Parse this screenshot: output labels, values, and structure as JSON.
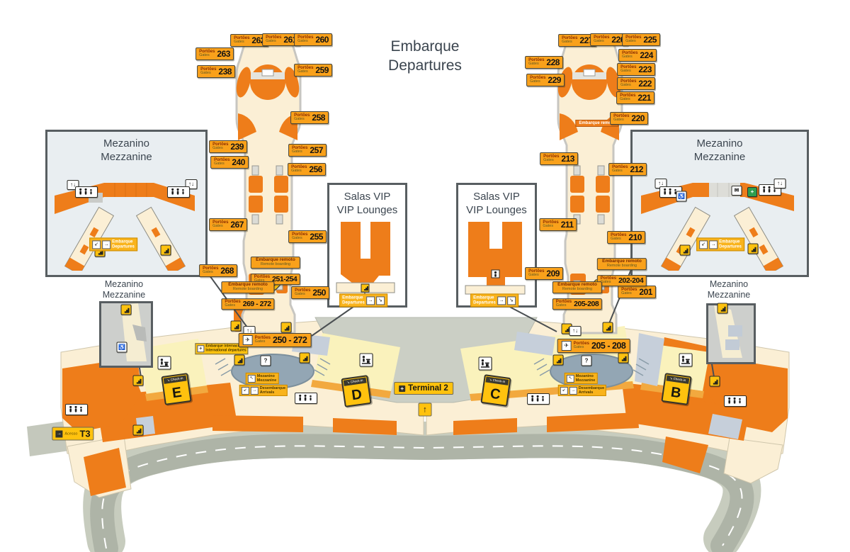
{
  "title": {
    "line1": "Embarque",
    "line2": "Departures"
  },
  "labels": {
    "portoes": "Portões",
    "gates": "Gates",
    "remote_pt": "Embarque remoto",
    "remote_en": "Remote boarding",
    "departures_pt": "Embarque",
    "departures_en": "Departures",
    "mezzanine_pt": "Mezanino",
    "mezzanine_en": "Mezzanine",
    "arrivals_pt": "Desembarque",
    "arrivals_en": "Arrivals",
    "vip_pt": "Salas VIP",
    "vip_en": "VIP Lounges",
    "intl_pt": "Embarque internacional",
    "intl_en": "International departures",
    "terminal": "Terminal 2",
    "acesso": "Acesso",
    "t3": "T3",
    "checkin": "Check-in"
  },
  "gates": [
    {
      "number": "262"
    },
    {
      "number": "261"
    },
    {
      "number": "260"
    },
    {
      "number": "263"
    },
    {
      "number": "238"
    },
    {
      "number": "259"
    },
    {
      "number": "258"
    },
    {
      "number": "239"
    },
    {
      "number": "240"
    },
    {
      "number": "257"
    },
    {
      "number": "256"
    },
    {
      "number": "267"
    },
    {
      "number": "255"
    },
    {
      "number": "268"
    },
    {
      "number": "250"
    },
    {
      "number": "227"
    },
    {
      "number": "226"
    },
    {
      "number": "225"
    },
    {
      "number": "228"
    },
    {
      "number": "224"
    },
    {
      "number": "223"
    },
    {
      "number": "229"
    },
    {
      "number": "222"
    },
    {
      "number": "221"
    },
    {
      "number": "220"
    },
    {
      "number": "213"
    },
    {
      "number": "212"
    },
    {
      "number": "211"
    },
    {
      "number": "210"
    },
    {
      "number": "209"
    },
    {
      "number": "201"
    }
  ],
  "remote_groups": [
    {
      "gates": "251-254"
    },
    {
      "gates": "269 - 272"
    },
    {
      "gates": "202-204"
    },
    {
      "gates": "205-208"
    }
  ],
  "gate_ranges": [
    {
      "range": "250 - 272"
    },
    {
      "range": "205 - 208"
    }
  ],
  "checkin_sections": [
    "E",
    "D",
    "C",
    "B"
  ],
  "icons": [
    {
      "name": "stairs-icon"
    },
    {
      "name": "checkin-desk-icon"
    },
    {
      "name": "info-icon"
    },
    {
      "name": "wheelchair-icon"
    },
    {
      "name": "elevator-icon"
    },
    {
      "name": "restrooms-icon"
    },
    {
      "name": "mail-icon"
    },
    {
      "name": "pharmacy-icon"
    },
    {
      "name": "plane-icon"
    },
    {
      "name": "escalator-icon"
    },
    {
      "name": "arrow-up-icon"
    }
  ],
  "colors": {
    "orange": "#EE7D1A",
    "cream": "#FBEFD5",
    "badge_yellow": "#FFC20E",
    "gate_badge": "#F9A11B",
    "pale_yellow": "#FAF2BC",
    "amber": "#F2A93F",
    "road": "#AEB4A7",
    "sidewalk": "#C7CCBE",
    "apron": "#CBCFC5",
    "steel": "#C6CFDA",
    "oval": "#93A6B4",
    "inset_bg": "#E9EEF1",
    "border_dark": "#585E61",
    "title_text": "#3A444E"
  }
}
